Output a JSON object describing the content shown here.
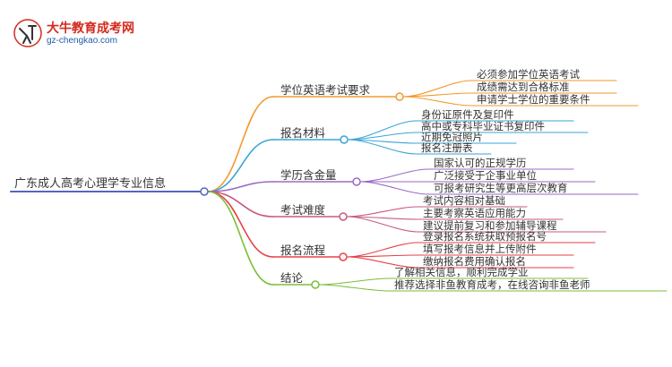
{
  "brand": {
    "title": "大牛教育成考网",
    "url": "gz-chengkao.com",
    "mark_text": "大牛"
  },
  "colors": {
    "root": "#5566bb",
    "branches": [
      "#f29a2e",
      "#3aa5d6",
      "#9a6ac6",
      "#c85a7e",
      "#e6424a",
      "#7abf3a"
    ]
  },
  "mindmap": {
    "root": "广东成人高考心理学专业信息",
    "branches": [
      {
        "label": "学位英语考试要求",
        "children": [
          "必须参加学位英语考试",
          "成绩需达到合格标准",
          "申请学士学位的重要条件"
        ]
      },
      {
        "label": "报名材料",
        "children": [
          "身份证原件及复印件",
          "高中或专科毕业证书复印件",
          "近期免冠照片",
          "报名注册表"
        ]
      },
      {
        "label": "学历含金量",
        "children": [
          "国家认可的正规学历",
          "广泛接受于企事业单位",
          "可报考研究生等更高层次教育"
        ]
      },
      {
        "label": "考试难度",
        "children": [
          "考试内容相对基础",
          "主要考察英语应用能力",
          "建议提前复习和参加辅导课程"
        ]
      },
      {
        "label": "报名流程",
        "children": [
          "登录报名系统获取预报名号",
          "填写报考信息并上传附件",
          "缴纳报名费用确认报名"
        ]
      },
      {
        "label": "结论",
        "children": [
          "了解相关信息，顺利完成学业",
          "推荐选择非鱼教育成考，在线咨询非鱼老师"
        ]
      }
    ]
  }
}
